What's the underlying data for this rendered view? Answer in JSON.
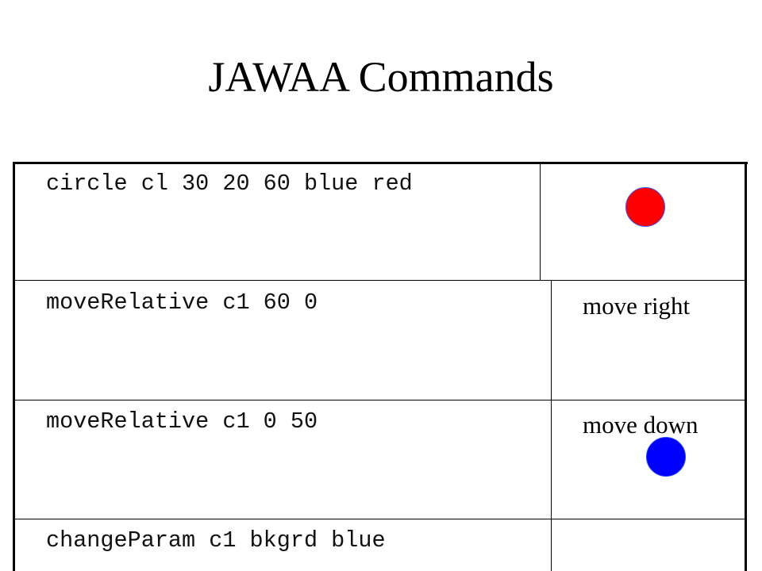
{
  "slide": {
    "title": "JAWAA Commands"
  },
  "rows": [
    {
      "command": "circle cl 30 20 60 blue red",
      "effect": ""
    },
    {
      "command": "moveRelative c1 60 0",
      "effect": "move right"
    },
    {
      "command": "moveRelative c1 0 50",
      "effect": "move down"
    },
    {
      "command": "changeParam c1 bkgrd blue",
      "effect": ""
    }
  ],
  "circles": {
    "first": {
      "fill": "#ff0000",
      "outline": "#3355ff"
    },
    "second": {
      "fill": "#0000ff",
      "outline": "#2244ff"
    }
  },
  "colors": {
    "background": "#ffffff",
    "text": "#000000",
    "border": "#000000"
  }
}
